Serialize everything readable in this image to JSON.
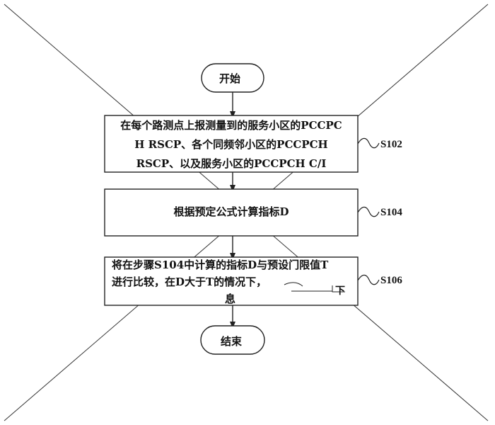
{
  "flowchart": {
    "start": "开始",
    "end": "结束",
    "steps": [
      {
        "id": "S102",
        "lines": [
          "在每个路测点上报测量到的服务小区的PCCPC",
          "H RSCP、各个同频邻小区的PCCPCH",
          "RSCP、以及服务小区的PCCPCH C/I"
        ]
      },
      {
        "id": "S104",
        "lines": [
          "根据预定公式计算指标D"
        ]
      },
      {
        "id": "S106",
        "lines": [
          "将在步骤S104中计算的指标D与预设门限值T",
          "进行比较，在D大于T的情况下，",
          "息"
        ]
      }
    ],
    "marks": {
      "s106_fragment": "下"
    },
    "colors": {
      "line": "#222222",
      "box_fill": "#ffffff",
      "text": "#111111"
    }
  }
}
